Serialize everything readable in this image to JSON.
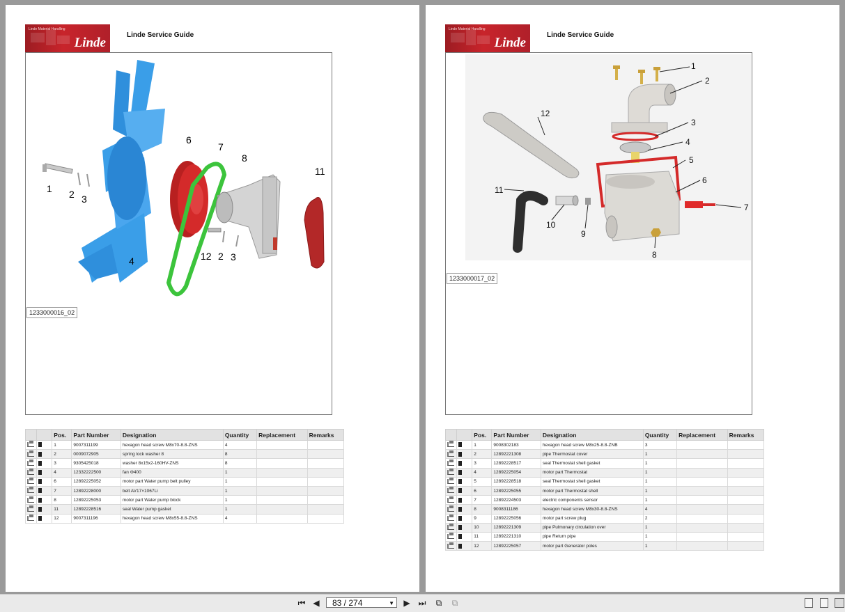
{
  "pages": [
    {
      "logo_small": "Linde Material Handling",
      "logo_brand": "Linde",
      "guide_title": "Linde Service Guide",
      "figure_id": "1233000016_02",
      "callouts": [
        "1",
        "2",
        "3",
        "4",
        "6",
        "7",
        "8",
        "11",
        "12",
        "2",
        "3"
      ],
      "columns": [
        "Pos.",
        "Part Number",
        "Designation",
        "Quantity",
        "Replacement",
        "Remarks"
      ],
      "rows": [
        {
          "pos": "1",
          "part": "9007311199",
          "desc": "hexagon head screw M8x70-8.8-ZNS",
          "qty": "4"
        },
        {
          "pos": "2",
          "part": "0009072905",
          "desc": "spring lock washer 8",
          "qty": "8"
        },
        {
          "pos": "3",
          "part": "9305425018",
          "desc": "washer 8x15x2-160HV-ZNS",
          "qty": "8"
        },
        {
          "pos": "4",
          "part": "12332222500",
          "desc": "fan Φ400",
          "qty": "1"
        },
        {
          "pos": "6",
          "part": "12892225052",
          "desc": "motor part Water pump belt pulley",
          "qty": "1"
        },
        {
          "pos": "7",
          "part": "12892228000",
          "desc": "belt AV17×1067Li",
          "qty": "1"
        },
        {
          "pos": "8",
          "part": "12892225053",
          "desc": "motor part Water pump block",
          "qty": "1"
        },
        {
          "pos": "11",
          "part": "12892228516",
          "desc": "seal Water pump gasket",
          "qty": "1"
        },
        {
          "pos": "12",
          "part": "9007311196",
          "desc": "hexagon head screw M8x55-8.8-ZNS",
          "qty": "4"
        }
      ]
    },
    {
      "logo_small": "Linde Material Handling",
      "logo_brand": "Linde",
      "guide_title": "Linde Service Guide",
      "figure_id": "1233000017_02",
      "callouts": [
        "1",
        "2",
        "3",
        "4",
        "5",
        "6",
        "7",
        "8",
        "9",
        "10",
        "11",
        "12"
      ],
      "columns": [
        "Pos.",
        "Part Number",
        "Designation",
        "Quantity",
        "Replacement",
        "Remarks"
      ],
      "rows": [
        {
          "pos": "1",
          "part": "9008302183",
          "desc": "hexagon head screw M8x25-8.8-ZNB",
          "qty": "3"
        },
        {
          "pos": "2",
          "part": "12892221308",
          "desc": "pipe Thermostat cover",
          "qty": "1"
        },
        {
          "pos": "3",
          "part": "12892228517",
          "desc": "seal Thermostat shell gasket",
          "qty": "1"
        },
        {
          "pos": "4",
          "part": "12892225054",
          "desc": "motor part Thermostat",
          "qty": "1"
        },
        {
          "pos": "5",
          "part": "12892228518",
          "desc": "seal Thermostat shell gasket",
          "qty": "1"
        },
        {
          "pos": "6",
          "part": "12892225055",
          "desc": "motor part Thermostat shell",
          "qty": "1"
        },
        {
          "pos": "7",
          "part": "12892224503",
          "desc": "electric components sensor",
          "qty": "1"
        },
        {
          "pos": "8",
          "part": "9008311186",
          "desc": "hexagon head screw M8x30-8.8-ZNS",
          "qty": "4"
        },
        {
          "pos": "9",
          "part": "12892225056",
          "desc": "motor part screw plug",
          "qty": "2"
        },
        {
          "pos": "10",
          "part": "12892221309",
          "desc": "pipe Pulmonary circulation over",
          "qty": "1"
        },
        {
          "pos": "11",
          "part": "12892221310",
          "desc": "pipe Return pipe",
          "qty": "1"
        },
        {
          "pos": "12",
          "part": "12892225057",
          "desc": "motor part Generator poles",
          "qty": "1"
        }
      ]
    }
  ],
  "toolbar": {
    "page_indicator": "83 / 274",
    "icons": [
      "first-page-icon",
      "prev-page-icon",
      "next-page-icon",
      "last-page-icon",
      "prev-view-icon",
      "next-view-icon",
      "single-page-icon",
      "continuous-icon",
      "two-page-icon"
    ]
  },
  "colors": {
    "brand_red": "#c8242b",
    "fan_blue": "#3a9ee8",
    "pulley_red": "#d42a2a",
    "belt_green": "#3cc43c"
  }
}
